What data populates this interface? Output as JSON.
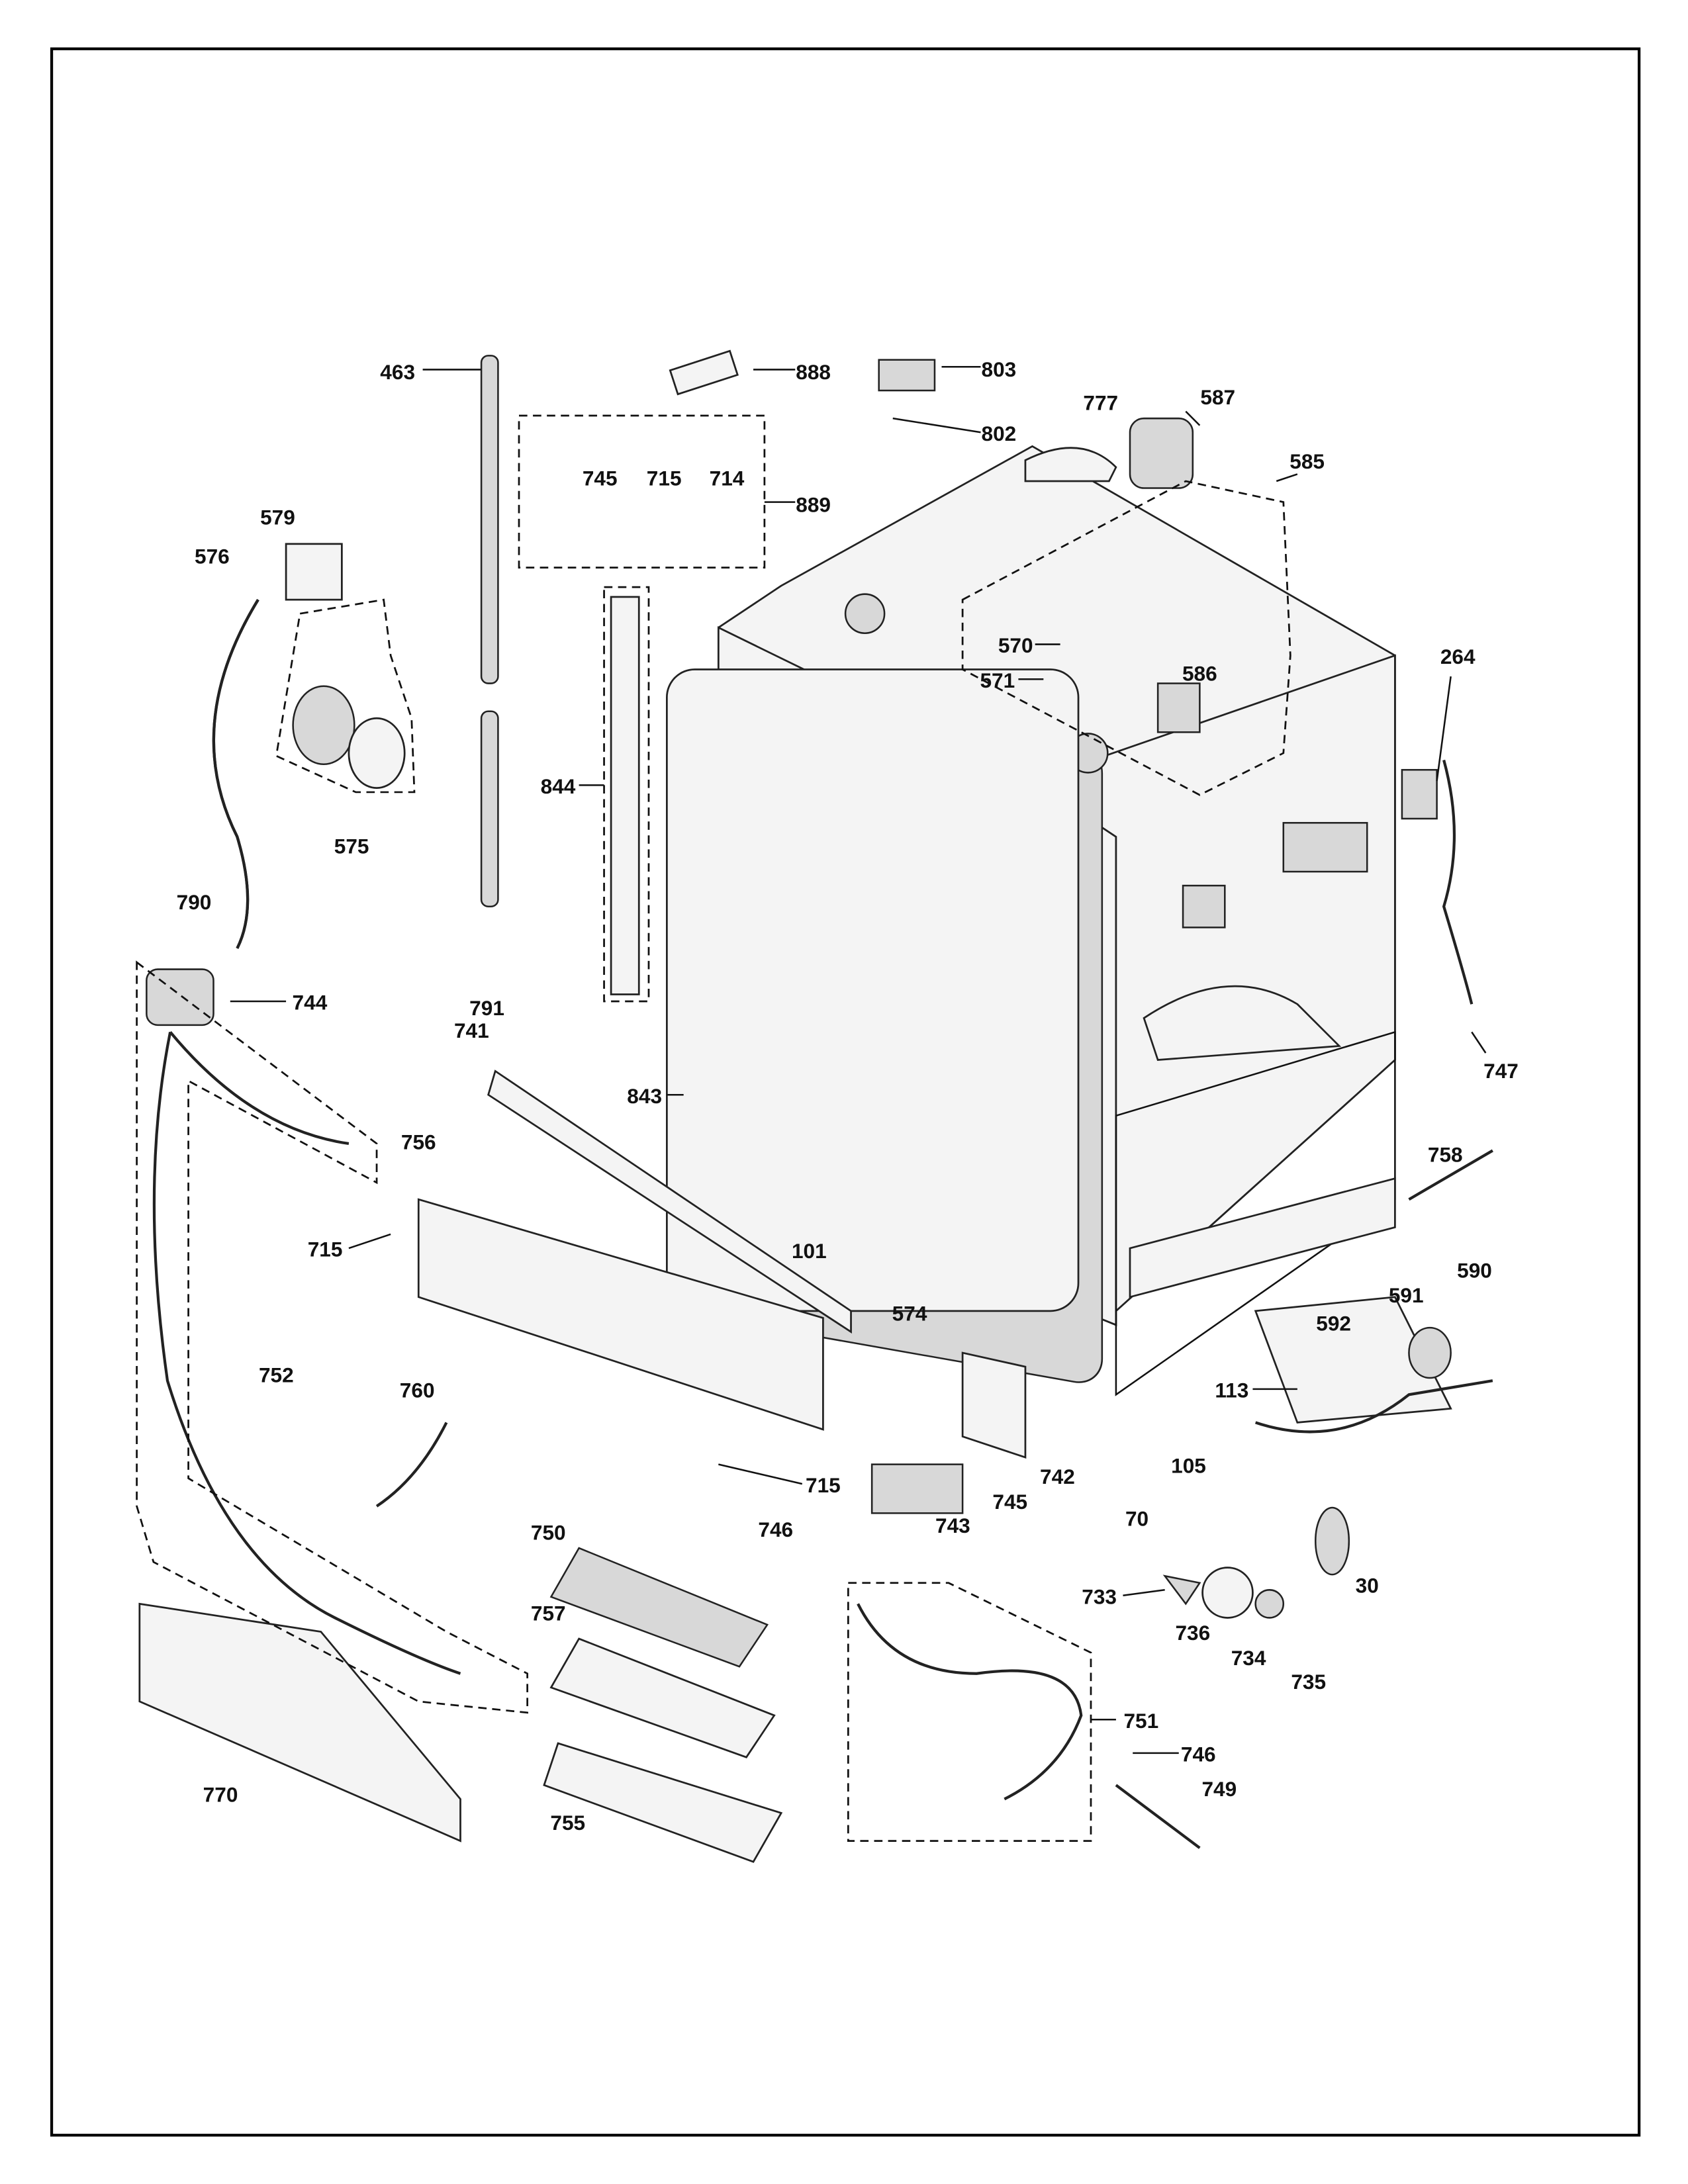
{
  "diagram": {
    "type": "exploded-parts-diagram",
    "labels": [
      "463",
      "888",
      "803",
      "802",
      "777",
      "587",
      "585",
      "745",
      "715",
      "714",
      "889",
      "579",
      "576",
      "264",
      "570",
      "571",
      "586",
      "844",
      "575",
      "790",
      "744",
      "791",
      "741",
      "747",
      "843",
      "756",
      "758",
      "101",
      "715",
      "590",
      "591",
      "574",
      "592",
      "752",
      "113",
      "760",
      "105",
      "715",
      "742",
      "745",
      "743",
      "70",
      "750",
      "746",
      "30",
      "733",
      "736",
      "757",
      "751",
      "734",
      "735",
      "746",
      "749",
      "770",
      "755"
    ]
  }
}
